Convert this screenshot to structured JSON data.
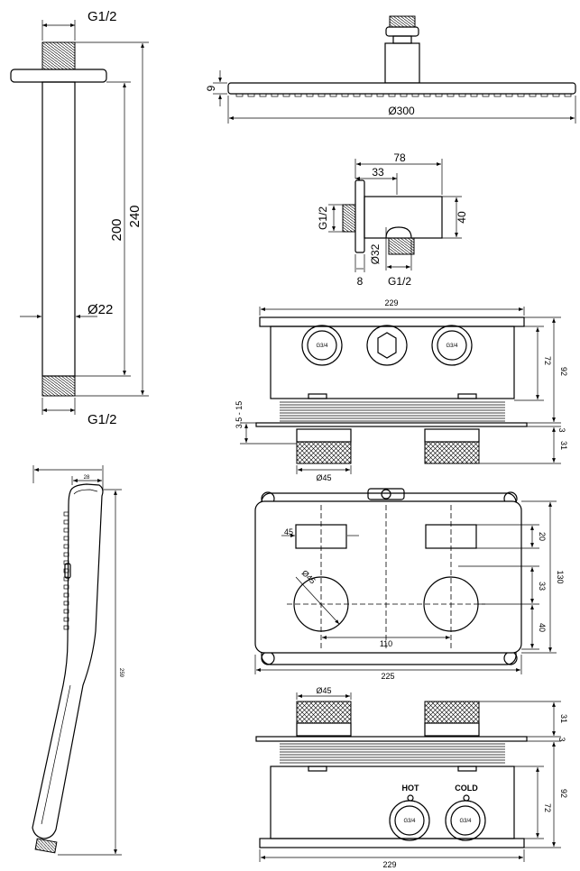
{
  "shower_arm": {
    "thread_top": "G1/2",
    "thread_bottom": "G1/2",
    "length_total": "240",
    "length_tube": "200",
    "diameter": "Ø22"
  },
  "shower_head": {
    "height": "9",
    "diameter": "Ø300"
  },
  "wall_outlet": {
    "width_total": "78",
    "width_body": "33",
    "thread_side": "G1/2",
    "height": "40",
    "outlet_diameter": "Ø32",
    "wall_thickness": "8",
    "thread_bottom": "G1/2"
  },
  "valve_top": {
    "width": "229",
    "body_height": "72",
    "total_height": "92",
    "plate_gap": "3",
    "knob_height": "31",
    "depth_range": "3.5 - 15",
    "knob_diameter": "Ø45",
    "port_left": "G3/4",
    "port_right": "G3/4"
  },
  "valve_front": {
    "slot_width": "45",
    "slot_height": "20",
    "spacing_1": "33",
    "spacing_2": "40",
    "total_height": "130",
    "knob_diameter": "Ø45",
    "knob_spacing": "110",
    "total_width": "225"
  },
  "valve_bottom": {
    "knob_diameter": "Ø45",
    "knob_height": "31",
    "plate_gap": "3",
    "body_height": "72",
    "total_height": "92",
    "hot_label": "HOT",
    "cold_label": "COLD",
    "port_hot": "G3/4",
    "port_cold": "G3/4",
    "width": "229"
  },
  "hand_shower": {
    "width": "28",
    "length": "259"
  }
}
